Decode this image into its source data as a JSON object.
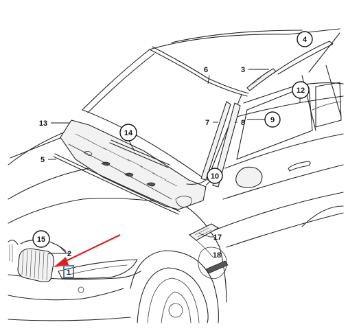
{
  "callouts": {
    "c1": "1",
    "c2": "2",
    "c3": "3",
    "c4": "4",
    "c5": "5",
    "c6": "6",
    "c7": "7",
    "c8": "8",
    "c9": "9",
    "c10": "10",
    "c12": "12",
    "c13": "13",
    "c14": "14",
    "c15": "15",
    "c17": "17",
    "c18": "18"
  },
  "colors": {
    "highlight": "#2a84d6",
    "arrow": "#e02020"
  }
}
